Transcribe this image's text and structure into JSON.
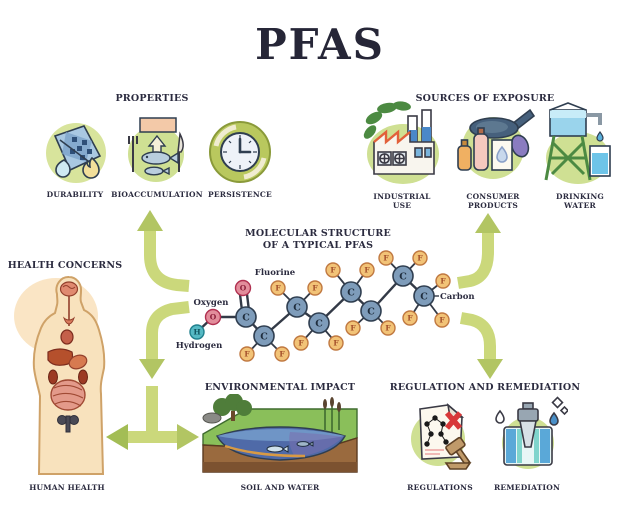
{
  "title": "PFAS",
  "properties": {
    "heading": "PROPERTIES",
    "items": [
      {
        "label": "DURABILITY",
        "icon": "shield-fabric-drop-flame-icon"
      },
      {
        "label": "BIOACCUMULATION",
        "icon": "fish-on-plate-icon"
      },
      {
        "label": "PERSISTENCE",
        "icon": "clock-cycle-icon"
      }
    ]
  },
  "sources": {
    "heading": "SOURCES OF EXPOSURE",
    "items": [
      {
        "label": "INDUSTRIAL USE",
        "icon": "factory-icon"
      },
      {
        "label": "CONSUMER PRODUCTS",
        "icon": "pan-and-bottles-icon"
      },
      {
        "label": "DRINKING WATER",
        "icon": "water-tower-glass-icon"
      }
    ]
  },
  "health": {
    "heading": "HEALTH CONCERNS",
    "caption": "HUMAN HEALTH"
  },
  "molecule": {
    "heading_line1": "MOLECULAR STRUCTURE",
    "heading_line2": "OF A TYPICAL PFAS",
    "labels": {
      "fluorine": "Fluorine",
      "oxygen": "Oxygen",
      "hydrogen": "Hydrogen",
      "carbon": "Carbon"
    },
    "symbols": {
      "carbon": "C",
      "fluorine": "F",
      "oxygen": "O",
      "hydrogen": "H"
    }
  },
  "environment": {
    "heading": "ENVIRONMENTAL IMPACT",
    "caption": "SOIL AND WATER"
  },
  "regulation": {
    "heading": "REGULATION AND REMEDIATION",
    "items": [
      {
        "label": "REGULATIONS",
        "icon": "document-gavel-icon"
      },
      {
        "label": "REMEDIATION",
        "icon": "water-filter-icon"
      }
    ]
  },
  "colors": {
    "arrow": "#cbd87b",
    "arrow_head": "#b2c563",
    "text": "#2b2b3f",
    "carbon_atom": "#7e9cba",
    "fluorine_atom": "#f2c377",
    "oxygen_atom": "#e28d9b",
    "hydrogen_atom": "#55b9c4",
    "icon_green_bg": "#cfe093"
  }
}
